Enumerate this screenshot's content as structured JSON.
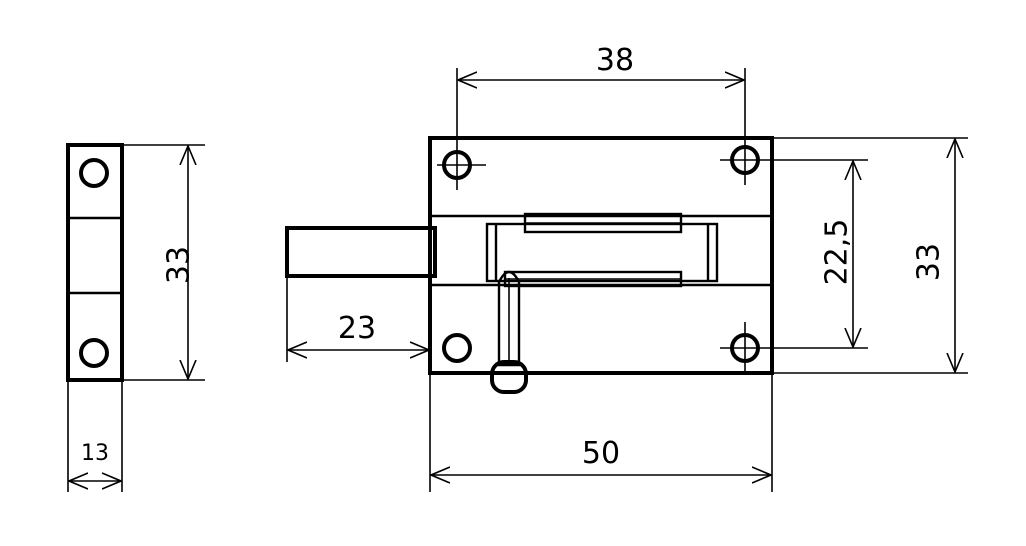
{
  "dimensions": {
    "side_height": "33",
    "side_width": "13",
    "hole_spacing": "38",
    "bolt_extension": "23",
    "inner_hole_spacing": "22,5",
    "body_height": "33",
    "body_width": "50"
  }
}
